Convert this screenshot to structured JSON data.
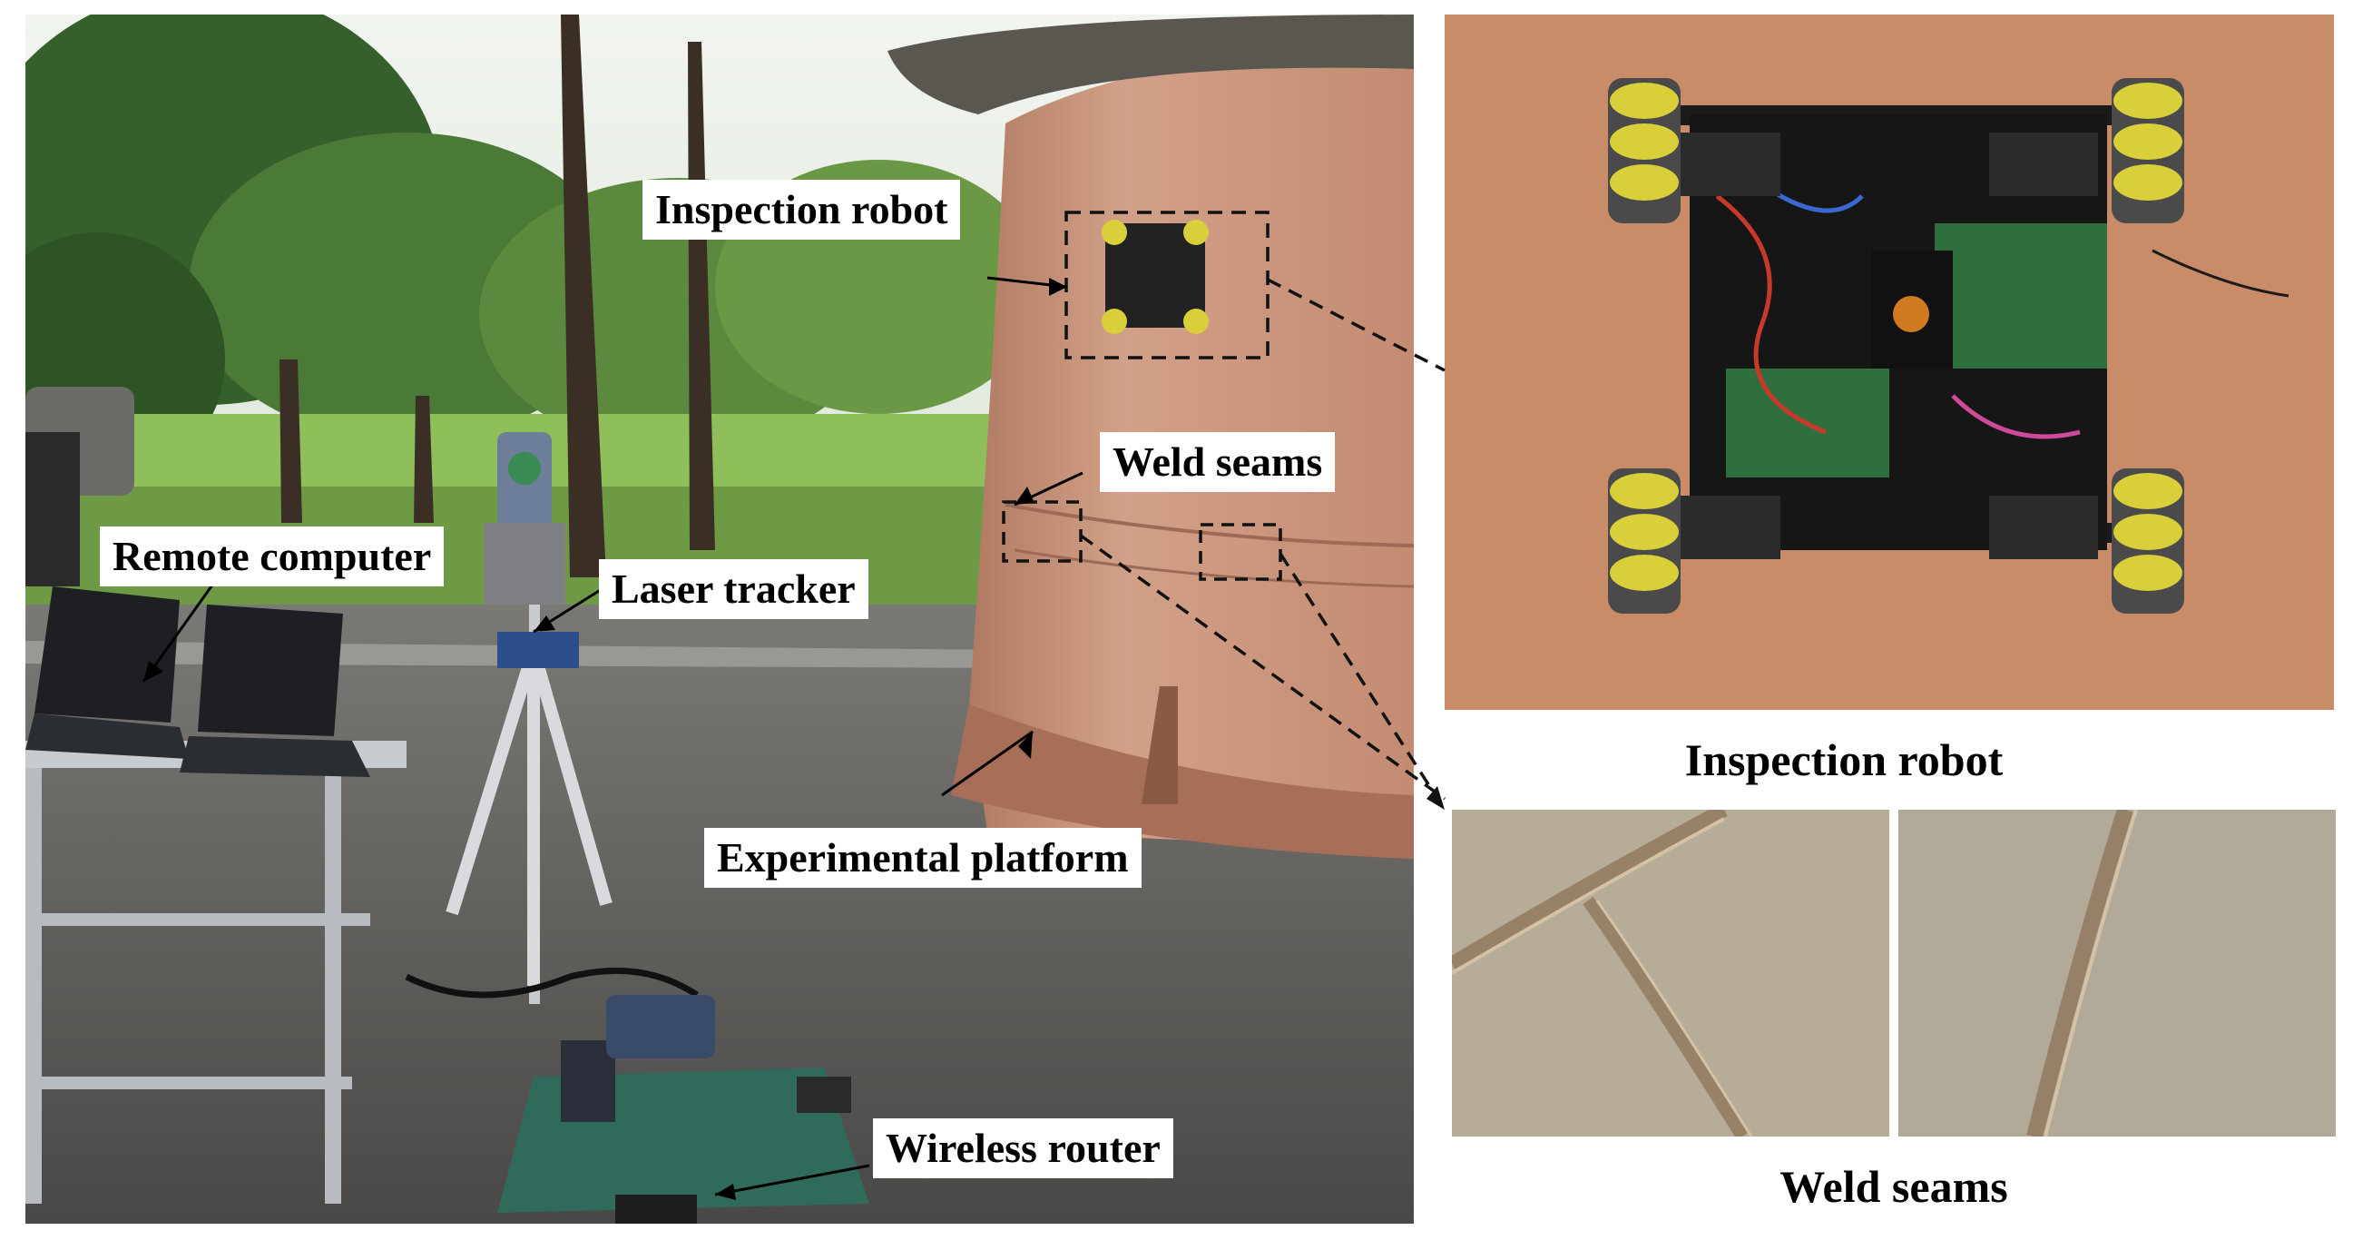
{
  "scene": {
    "labels": {
      "inspection_robot": "Inspection robot",
      "weld_seams": "Weld seams",
      "remote_computer": "Remote computer",
      "laser_tracker": "Laser tracker",
      "experimental_platform": "Experimental platform",
      "wireless_router": "Wireless router"
    }
  },
  "captions": {
    "robot": "Inspection robot",
    "weld": "Weld seams"
  },
  "colors": {
    "tank_wall": "#c99379",
    "tank_roof": "#5a5650",
    "sky": "#e9efe9",
    "foliage": "#3f6b32",
    "grass": "#8fbf5a",
    "ground": "#5c5a58",
    "plate": "#c98c68",
    "wheel_yellow": "#d8cf3a",
    "weld_bg": "#b6ad98"
  }
}
